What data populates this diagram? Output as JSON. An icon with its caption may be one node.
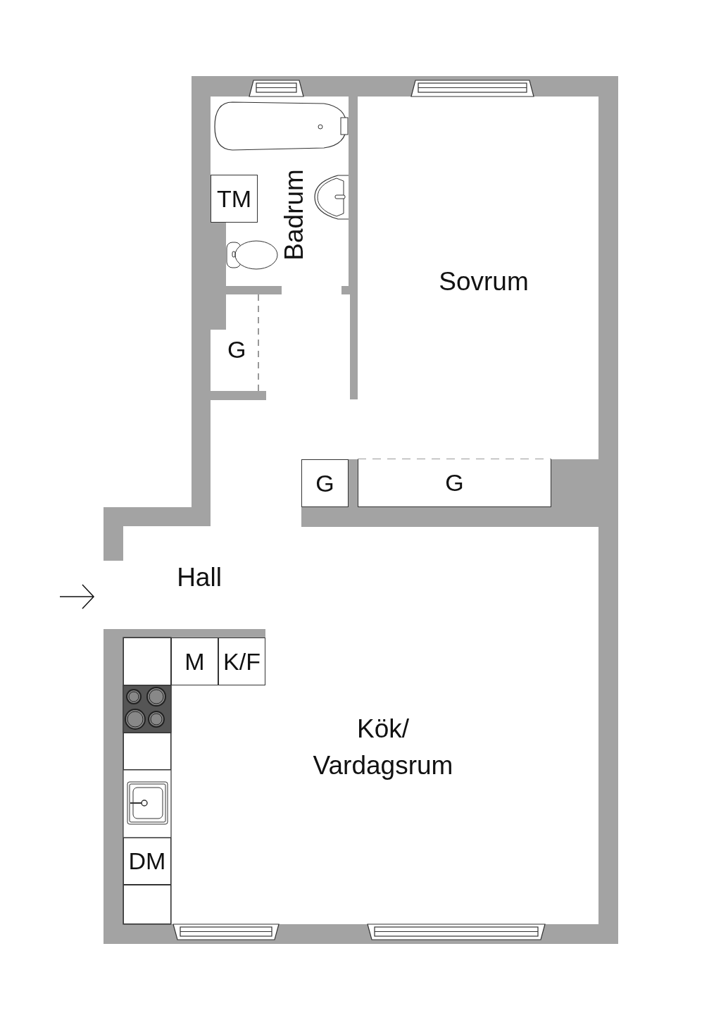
{
  "diagram": {
    "nodes": [
      {
        "text": [
          "TM"
        ]
      },
      {
        "text": [
          "G"
        ]
      },
      {
        "text": [
          "G"
        ]
      },
      {
        "text": [
          "G"
        ]
      },
      {
        "text": [],
        "shape": "box"
      },
      {
        "text": [
          "M"
        ]
      },
      {
        "text": [
          "K/F"
        ]
      },
      {
        "text": [],
        "shape": "box"
      },
      {
        "text": [
          "DM"
        ]
      },
      {
        "text": [],
        "shape": "box"
      }
    ],
    "labels": [
      "Badrum",
      "Sovrum",
      "Hall",
      "Kök/ Vardagsrum"
    ]
  }
}
